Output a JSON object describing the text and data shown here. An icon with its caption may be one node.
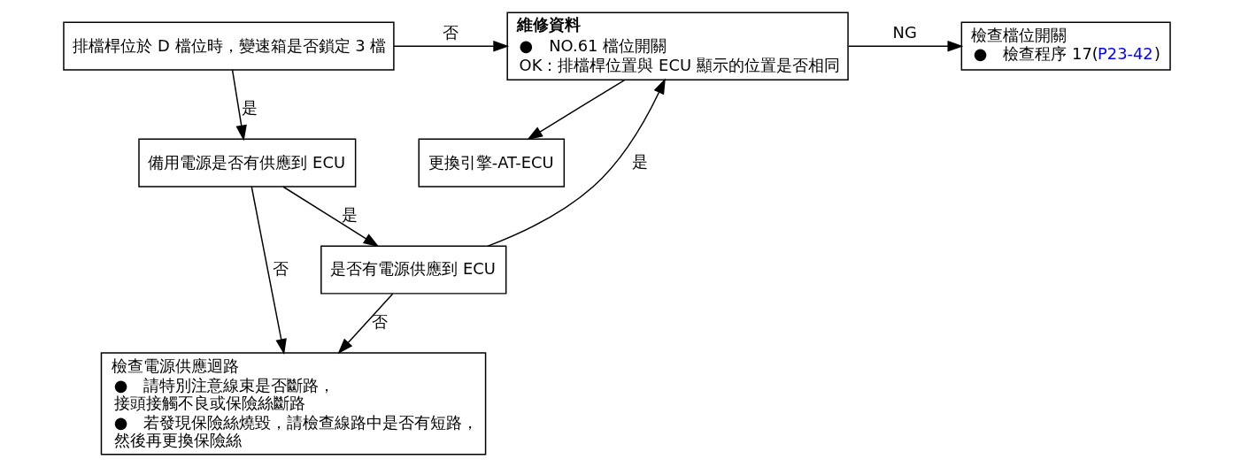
{
  "diagram": {
    "nodes": [
      {
        "text": [
          "排檔桿位於 D 檔位時，變速箱是否鎖定 3 檔"
        ]
      },
      {
        "text": [
          "備用電源是否有供應到 ECU"
        ]
      },
      {
        "text": [
          "是否有電源供應到 ECU"
        ]
      },
      {
        "text": [
          "檢查電源供應迴路",
          "●　請特別注意線束是否斷路，接頭接觸不良或保險絲斷路",
          "●　若發現保險絲燒毀，請檢查線路中是否有短路，然後再更換保險絲"
        ]
      },
      {
        "text": [
          "維修資料",
          "●　NO.61 檔位開關",
          "OK：排檔桿位置與 ECU 顯示的位置是否相同"
        ]
      },
      {
        "text": [
          "更換引擎-AT-ECU"
        ]
      },
      {
        "text": [
          "檢查檔位開關",
          "●　檢查程序 17(P23-42)"
        ]
      }
    ],
    "edges": [
      {
        "from": 0,
        "to": 4,
        "arrow": "to",
        "label": "否"
      },
      {
        "from": 0,
        "to": 1,
        "arrow": "to",
        "label": "是"
      },
      {
        "from": 1,
        "to": 3,
        "arrow": "to",
        "label": "否"
      },
      {
        "from": 1,
        "to": 2,
        "arrow": "to",
        "label": "是"
      },
      {
        "from": 2,
        "to": 4,
        "arrow": "to",
        "label": "是"
      },
      {
        "from": 2,
        "to": 3,
        "arrow": "to",
        "label": "否"
      },
      {
        "from": 4,
        "to": 6,
        "arrow": "to",
        "label": "NG"
      },
      {
        "from": 4,
        "to": 5,
        "arrow": "to"
      }
    ]
  }
}
